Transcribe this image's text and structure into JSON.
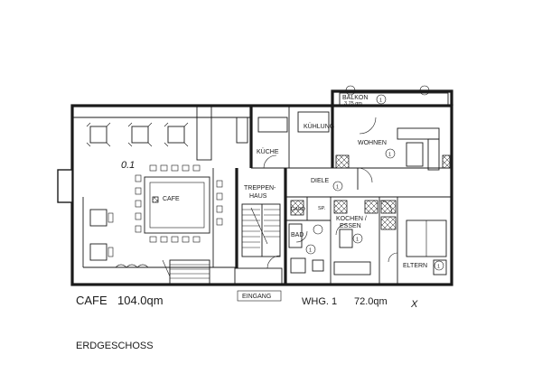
{
  "plan": {
    "floor_title": "ERDGESCHOSS",
    "rooms": {
      "cafe_number": "0.1",
      "cafe": "CAFE",
      "kueche": "KÜCHE",
      "kuehlung": "KÜHLUNG",
      "wohnen": "WOHNEN",
      "wohnen_marker": "1",
      "balkon": "BALKON",
      "balkon_area": "3.75 qm",
      "balkon_marker": "1",
      "treppenhaus_1": "TREPPEN-",
      "treppenhaus_2": "HAUS",
      "diele": "DIELE",
      "diele_marker": "1",
      "gard": "GARD",
      "sp": "SP.",
      "bad": "BAD",
      "bad_marker": "1",
      "kochen_1": "KOCHEN /",
      "kochen_2": "ESSEN",
      "kochen_marker": "1",
      "eltern": "ELTERN",
      "eltern_marker": "1",
      "eingang": "EINGANG"
    },
    "summary": {
      "cafe_label": "CAFE",
      "cafe_area": "104.0qm",
      "whg_label": "WHG. 1",
      "whg_area": "72.0qm",
      "check_mark": "X"
    }
  }
}
